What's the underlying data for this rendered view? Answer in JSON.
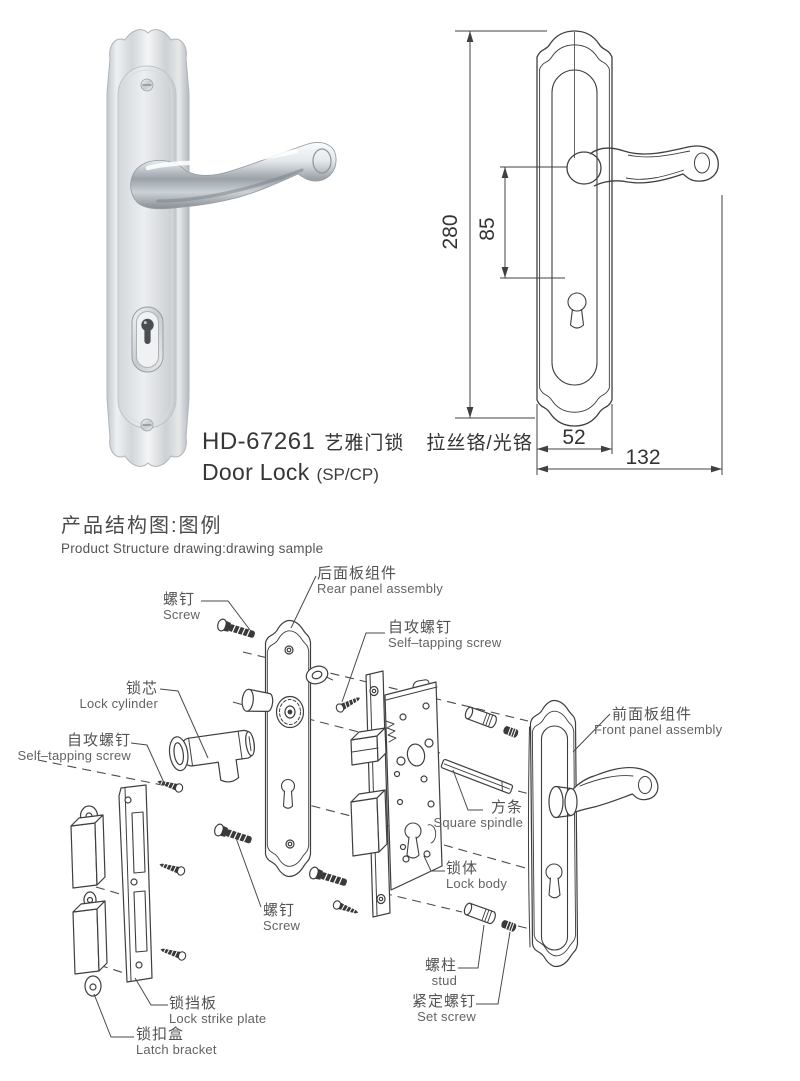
{
  "product": {
    "model": "HD-67261",
    "name_cn": "艺雅门锁",
    "finish_cn": "拉丝铬/光铬",
    "name_en": "Door Lock",
    "spec_en": "(SP/CP)"
  },
  "section": {
    "heading_cn": "产品结构图:图例",
    "heading_en": "Product Structure drawing:drawing sample"
  },
  "dimensions": {
    "plate_height": "280",
    "handle_to_cylinder": "85",
    "plate_width": "52",
    "overall_width": "132"
  },
  "parts": [
    {
      "cn": "螺钉",
      "en": "Screw"
    },
    {
      "cn": "后面板组件",
      "en": "Rear panel assembly"
    },
    {
      "cn": "自攻螺钉",
      "en": "Self–tapping screw"
    },
    {
      "cn": "锁芯",
      "en": "Lock cylinder"
    },
    {
      "cn": "自攻螺钉",
      "en": "Self–tapping screw"
    },
    {
      "cn": "前面板组件",
      "en": "Front panel assembly"
    },
    {
      "cn": "方条",
      "en": "Square spindle"
    },
    {
      "cn": "锁体",
      "en": "Lock body"
    },
    {
      "cn": "螺钉",
      "en": "Screw"
    },
    {
      "cn": "螺柱",
      "en": "stud"
    },
    {
      "cn": "紧定螺钉",
      "en": "Set screw"
    },
    {
      "cn": "锁挡板",
      "en": "Lock strike plate"
    },
    {
      "cn": "锁扣盒",
      "en": "Latch bracket"
    }
  ],
  "colors": {
    "line": "#3f3f3f",
    "label_text": "#5a5857",
    "title_text": "#363636",
    "background": "#ffffff"
  }
}
